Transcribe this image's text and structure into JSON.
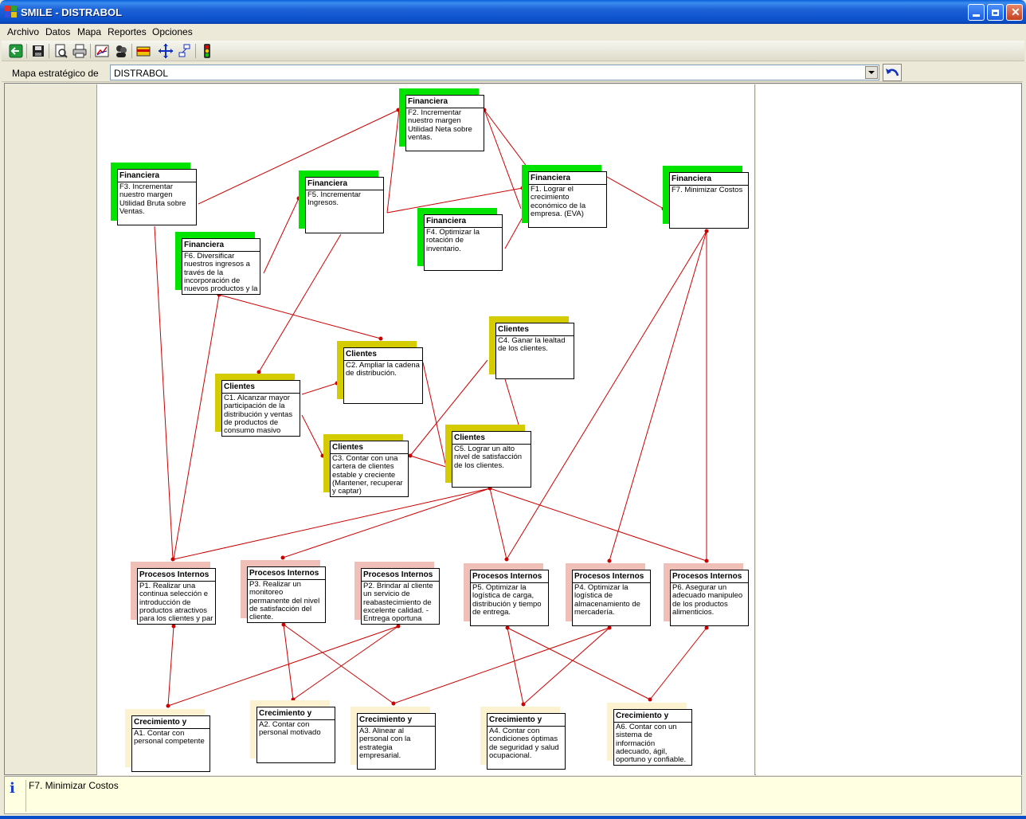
{
  "window": {
    "title": "SMILE - DISTRABOL",
    "minimize_label": "_",
    "maximize_label": "❐",
    "close_label": "✕"
  },
  "menu": [
    "Archivo",
    "Datos",
    "Mapa",
    "Reportes",
    "Opciones"
  ],
  "toolbar": {
    "icons": [
      "back-icon",
      "save-icon",
      "print-preview-icon",
      "print-icon",
      "chart-icon",
      "people-icon",
      "card-icon",
      "move-icon",
      "hierarchy-icon",
      "traffic-light-icon"
    ]
  },
  "selector": {
    "label": "Mapa estratégico de",
    "value": "DISTRABOL"
  },
  "colors": {
    "financiera": "#00e400",
    "clientes": "#d4cc00",
    "procesos": "#f0c0b8",
    "crecimiento": "#fdf2cf",
    "link": "#cc0000"
  },
  "map": {
    "nodes": [
      {
        "id": "F2",
        "title": "Financiera",
        "desc": "F2. Incrementar nuestro margen Utilidad Neta sobre ventas."
      },
      {
        "id": "F3",
        "title": "Financiera",
        "desc": "F3. Incrementar nuestro margen Utilidad Bruta sobre Ventas."
      },
      {
        "id": "F5",
        "title": "Financiera",
        "desc": "F5. Incrementar Ingresos."
      },
      {
        "id": "F1",
        "title": "Financiera",
        "desc": "F1. Lograr el crecimiento económico de la empresa. (EVA)"
      },
      {
        "id": "F7",
        "title": "Financiera",
        "desc": "F7. Minimizar Costos"
      },
      {
        "id": "F4",
        "title": "Financiera",
        "desc": "F4. Optimizar la rotación de inventario."
      },
      {
        "id": "F6",
        "title": "Financiera",
        "desc": "F6. Diversificar nuestros ingresos a través de la incorporación  de nuevos productos y la"
      },
      {
        "id": "C4",
        "title": "Clientes",
        "desc": "C4. Ganar la lealtad de los clientes."
      },
      {
        "id": "C2",
        "title": "Clientes",
        "desc": "C2. Ampliar la cadena de distribución."
      },
      {
        "id": "C1",
        "title": "Clientes",
        "desc": "C1. Alcanzar mayor participación de la distribución y ventas de productos de consumo masivo"
      },
      {
        "id": "C5",
        "title": "Clientes",
        "desc": "C5. Lograr un alto nivel de satisfacción de los clientes."
      },
      {
        "id": "C3",
        "title": "Clientes",
        "desc": "C3. Contar con una cartera de clientes estable y creciente (Mantener, recuperar y captar)"
      },
      {
        "id": "P1",
        "title": "Procesos Internos",
        "desc": "P1. Realizar una continua selección e introducción de productos atractivos para los clientes y par"
      },
      {
        "id": "P3",
        "title": "Procesos Internos",
        "desc": "P3. Realizar un monitoreo permanente del nivel de satisfacción del cliente."
      },
      {
        "id": "P2",
        "title": "Procesos Internos",
        "desc": "P2. Brindar al cliente un servicio de reabastecimiento de excelente calidad. -Entrega oportuna"
      },
      {
        "id": "P5",
        "title": "Procesos Internos",
        "desc": "P5. Optimizar la logística de carga, distribución y tiempo de entrega."
      },
      {
        "id": "P4",
        "title": "Procesos Internos",
        "desc": "P4. Optimizar la logística de almacenamiento de mercadería."
      },
      {
        "id": "P6",
        "title": "Procesos Internos",
        "desc": "P6. Asegurar un adecuado manipuleo de los productos alimenticios."
      },
      {
        "id": "A1",
        "title": "Crecimiento y",
        "desc": "A1. Contar con personal competente"
      },
      {
        "id": "A2",
        "title": "Crecimiento y",
        "desc": "A2. Contar con personal motivado"
      },
      {
        "id": "A3",
        "title": "Crecimiento y",
        "desc": "A3. Alinear al personal con la estrategia empresarial."
      },
      {
        "id": "A4",
        "title": "Crecimiento y",
        "desc": "A4. Contar con condiciones óptimas de seguridad y salud ocupacional."
      },
      {
        "id": "A6",
        "title": "Crecimiento y",
        "desc": "A6. Contar con un sistema de información adecuado, ágil, oportuno y confiable."
      }
    ]
  },
  "status": {
    "icon": "info-icon",
    "text": "F7. Minimizar Costos"
  }
}
